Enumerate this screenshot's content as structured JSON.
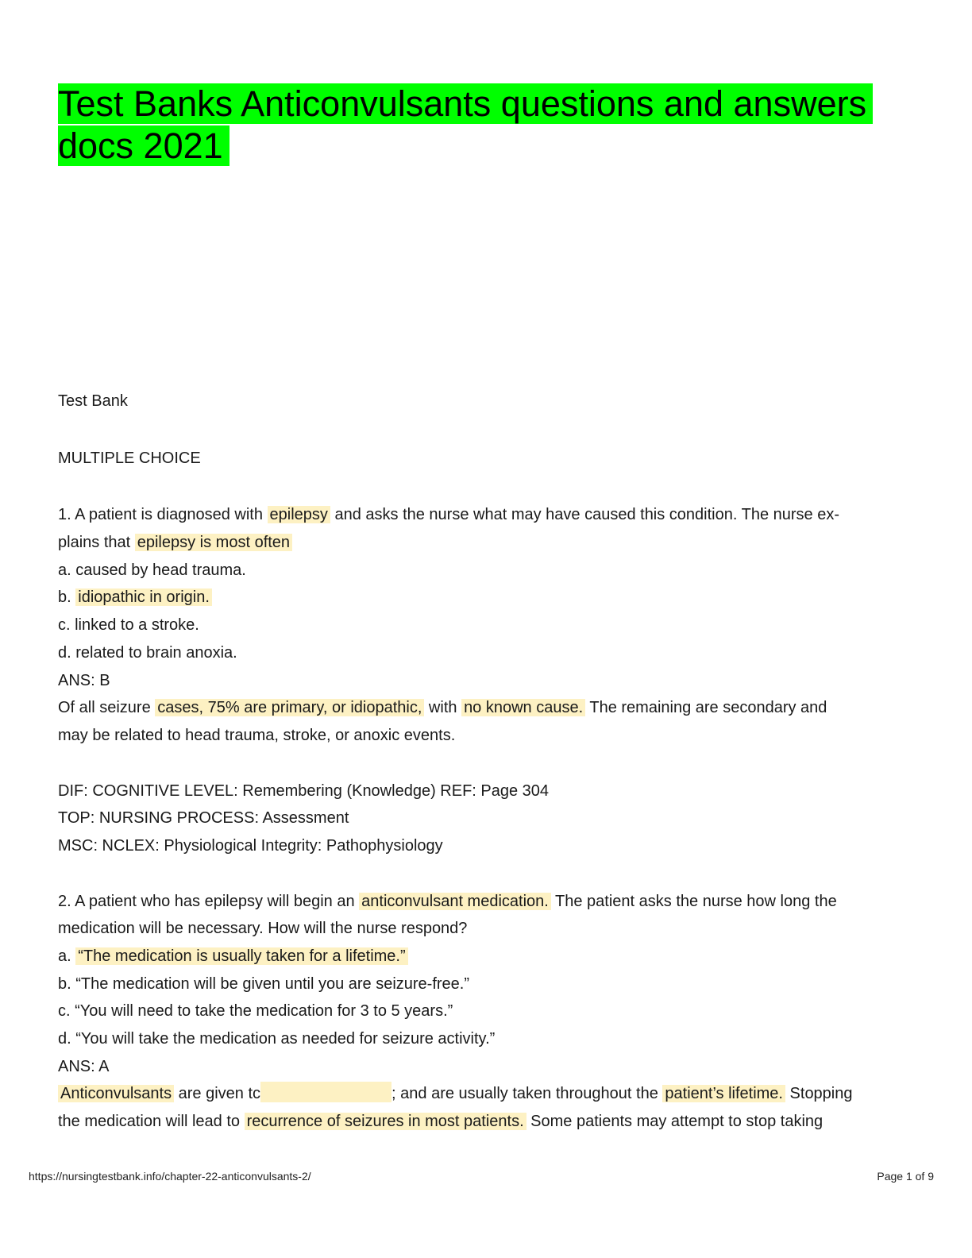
{
  "title": "Test Banks Anticonvulsants questions and answers docs 2021",
  "section_label": "Test Bank",
  "section_type": "MULTIPLE CHOICE",
  "q1": {
    "l1_pre": "1. A patient is diagnosed with ",
    "l1_hl": "epilepsy",
    "l1_post": " and asks the nurse what may have caused this condition. The nurse ex-",
    "l2_pre": "plains that ",
    "l2_hl": "epilepsy is most often",
    "opt_a": "a. caused by head trauma.",
    "opt_b_prefix": "b. ",
    "opt_b_hl": "idiopathic in origin.",
    "opt_c": "c. linked to a stroke.",
    "opt_d": "d. related to brain anoxia.",
    "ans": "ANS: B",
    "r1_a": "Of all seizure ",
    "r1_hl1": "cases, 75% are primary, or idiopathic,",
    "r1_b": " with ",
    "r1_hl2": "no known cause.",
    "r1_c": " The remaining are secondary and",
    "r2": "may be related to head trauma, stroke, or anoxic events.",
    "dif": "DIF: COGNITIVE LEVEL: Remembering (Knowledge) REF: Page 304",
    "top": "TOP: NURSING PROCESS: Assessment",
    "msc": "MSC: NCLEX: Physiological Integrity: Pathophysiology"
  },
  "q2": {
    "l1_pre": "2. A patient who has epilepsy will begin an ",
    "l1_hl": "anticonvulsant medication.",
    "l1_post": " The patient asks the nurse how long the",
    "l2": "medication will be necessary. How will the nurse respond?",
    "opt_a_prefix": "a. ",
    "opt_a_hl": "“The medication is usually taken for a lifetime.”",
    "opt_b": "b. “The medication will be given until you are seizure-free.”",
    "opt_c": "c. “You will need to take the medication for 3 to 5 years.”",
    "opt_d": "d. “You will take the medication as needed for seizure activity.”",
    "ans": "ANS: A",
    "r1_hl1": "Anticonvulsants",
    "r1_a": " are given tc",
    "r1_b": "; and are usually taken throughout the ",
    "r1_hl2": "patient’s lifetime.",
    "r1_c": " Stopping",
    "r2_a": "the medication will lead to ",
    "r2_hl": "recurrence of seizures in most patients.",
    "r2_b": " Some patients may attempt to stop taking"
  },
  "footer": {
    "url": "https://nursingtestbank.info/chapter-22-anticonvulsants-2/",
    "page": "Page 1 of 9"
  }
}
